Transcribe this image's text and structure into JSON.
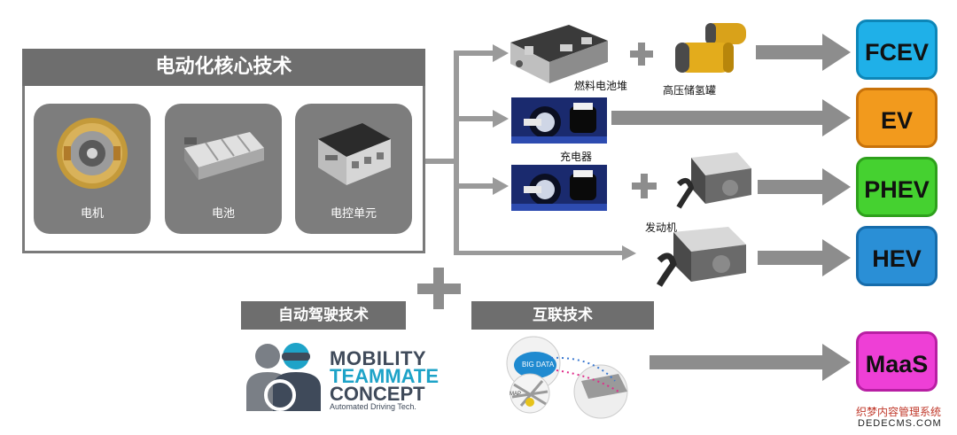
{
  "core": {
    "title": "电动化核心技术",
    "components": [
      "电机",
      "电池",
      "电控单元"
    ]
  },
  "labels": {
    "fuel_cell": "燃料电池堆",
    "hydrogen_tank": "高压储氢罐",
    "charger": "充电器",
    "engine": "发动机"
  },
  "vehicles": [
    {
      "label": "FCEV",
      "color": "#1fb0e8"
    },
    {
      "label": "EV",
      "color": "#f29a1d"
    },
    {
      "label": "PHEV",
      "color": "#45d130"
    },
    {
      "label": "HEV",
      "color": "#2a8fd6"
    },
    {
      "label": "MaaS",
      "color": "#ee3fd6"
    }
  ],
  "autonomous": {
    "title": "自动驾驶技术",
    "logo_line1": "MOBILITY",
    "logo_line2": "TEAMMATE",
    "logo_line3": "CONCEPT",
    "logo_tagline": "Automated Driving Tech."
  },
  "connected": {
    "title": "互联技术",
    "cloud_text": "BIG DATA",
    "map_text": "MAP"
  },
  "watermark": {
    "line1": "织梦内容管理系统",
    "line2": "DEDECMS.COM"
  }
}
